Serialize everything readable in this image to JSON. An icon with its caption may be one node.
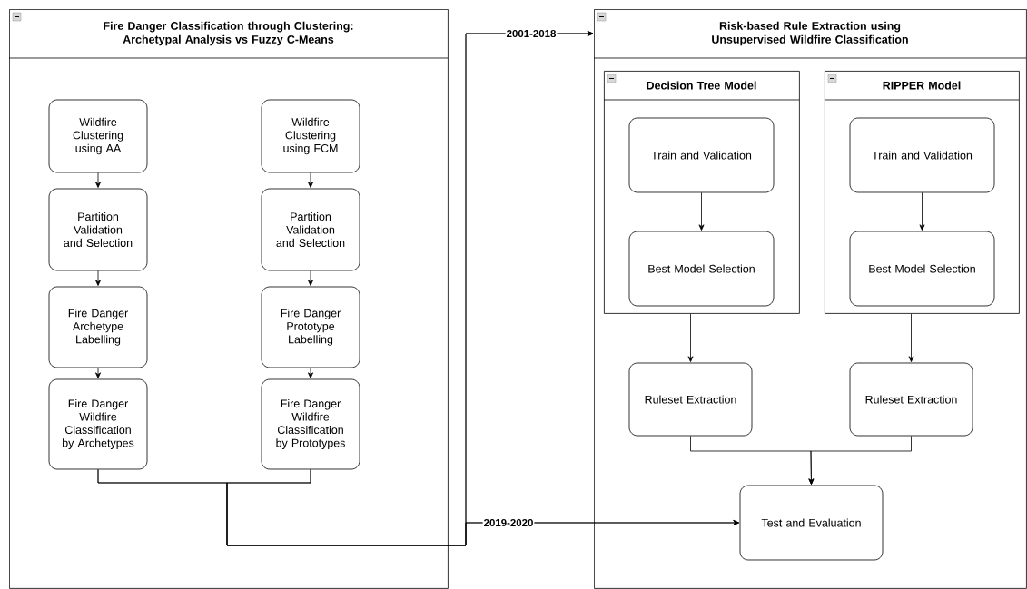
{
  "diagram": {
    "nodes": [
      {
        "text": [
          "Fire Danger Classification through Clustering: Archetypal Analysis vs Fuzzy C-Means"
        ]
      },
      {
        "text": [
          "Wildfire Clustering using AA"
        ],
        "in": 0
      },
      {
        "text": [
          "Partition Validation and Selection"
        ],
        "in": 0
      },
      {
        "text": [
          "Fire Danger Archetype Labelling"
        ],
        "in": 0
      },
      {
        "text": [
          "Fire Danger Wildfire Classification by Archetypes"
        ],
        "in": 0
      },
      {
        "text": [
          "Wildfire Clustering using FCM"
        ],
        "in": 0
      },
      {
        "text": [
          "Partition Validation and Selection"
        ],
        "in": 0
      },
      {
        "text": [
          "Fire Danger Prototype Labelling"
        ],
        "in": 0
      },
      {
        "text": [
          "Fire Danger Wildfire Classification by Prototypes"
        ],
        "in": 0
      },
      {
        "text": [
          "Risk-based Rule Extraction using Unsupervised Wildfire Classification"
        ]
      },
      {
        "text": [
          "Decision Tree Model"
        ],
        "in": 9
      },
      {
        "text": [
          "Train and Validation"
        ],
        "in": 10
      },
      {
        "text": [
          "Best Model Selection"
        ],
        "in": 10
      },
      {
        "text": [
          "RIPPER Model"
        ],
        "in": 9
      },
      {
        "text": [
          "Train and Validation"
        ],
        "in": 13
      },
      {
        "text": [
          "Best Model Selection"
        ],
        "in": 13
      },
      {
        "text": [
          "Ruleset Extraction"
        ],
        "in": 9
      },
      {
        "text": [
          "Ruleset Extraction"
        ],
        "in": 9
      },
      {
        "text": [
          "Test and Evaluation"
        ],
        "in": 9
      }
    ],
    "edges": [
      {
        "from": 1,
        "to": 2,
        "arrow": "to"
      },
      {
        "from": 2,
        "to": 3,
        "arrow": "to"
      },
      {
        "from": 3,
        "to": 4,
        "arrow": "to"
      },
      {
        "from": 5,
        "to": 6,
        "arrow": "to"
      },
      {
        "from": 6,
        "to": 7,
        "arrow": "to"
      },
      {
        "from": 7,
        "to": 8,
        "arrow": "to"
      },
      {
        "from": 4,
        "to": 9,
        "arrow": "to",
        "label": "2001-2018"
      },
      {
        "from": 8,
        "to": 9,
        "arrow": "to"
      },
      {
        "from": 4,
        "to": 18,
        "arrow": "to",
        "label": "2019-2020"
      },
      {
        "from": 8,
        "to": 18,
        "arrow": "to"
      },
      {
        "from": 11,
        "to": 12,
        "arrow": "to"
      },
      {
        "from": 14,
        "to": 15,
        "arrow": "to"
      },
      {
        "from": 10,
        "to": 16,
        "arrow": "to"
      },
      {
        "from": 13,
        "to": 17,
        "arrow": "to"
      },
      {
        "from": 16,
        "to": 18,
        "arrow": "to"
      },
      {
        "from": 17,
        "to": 18,
        "arrow": "to"
      }
    ]
  }
}
